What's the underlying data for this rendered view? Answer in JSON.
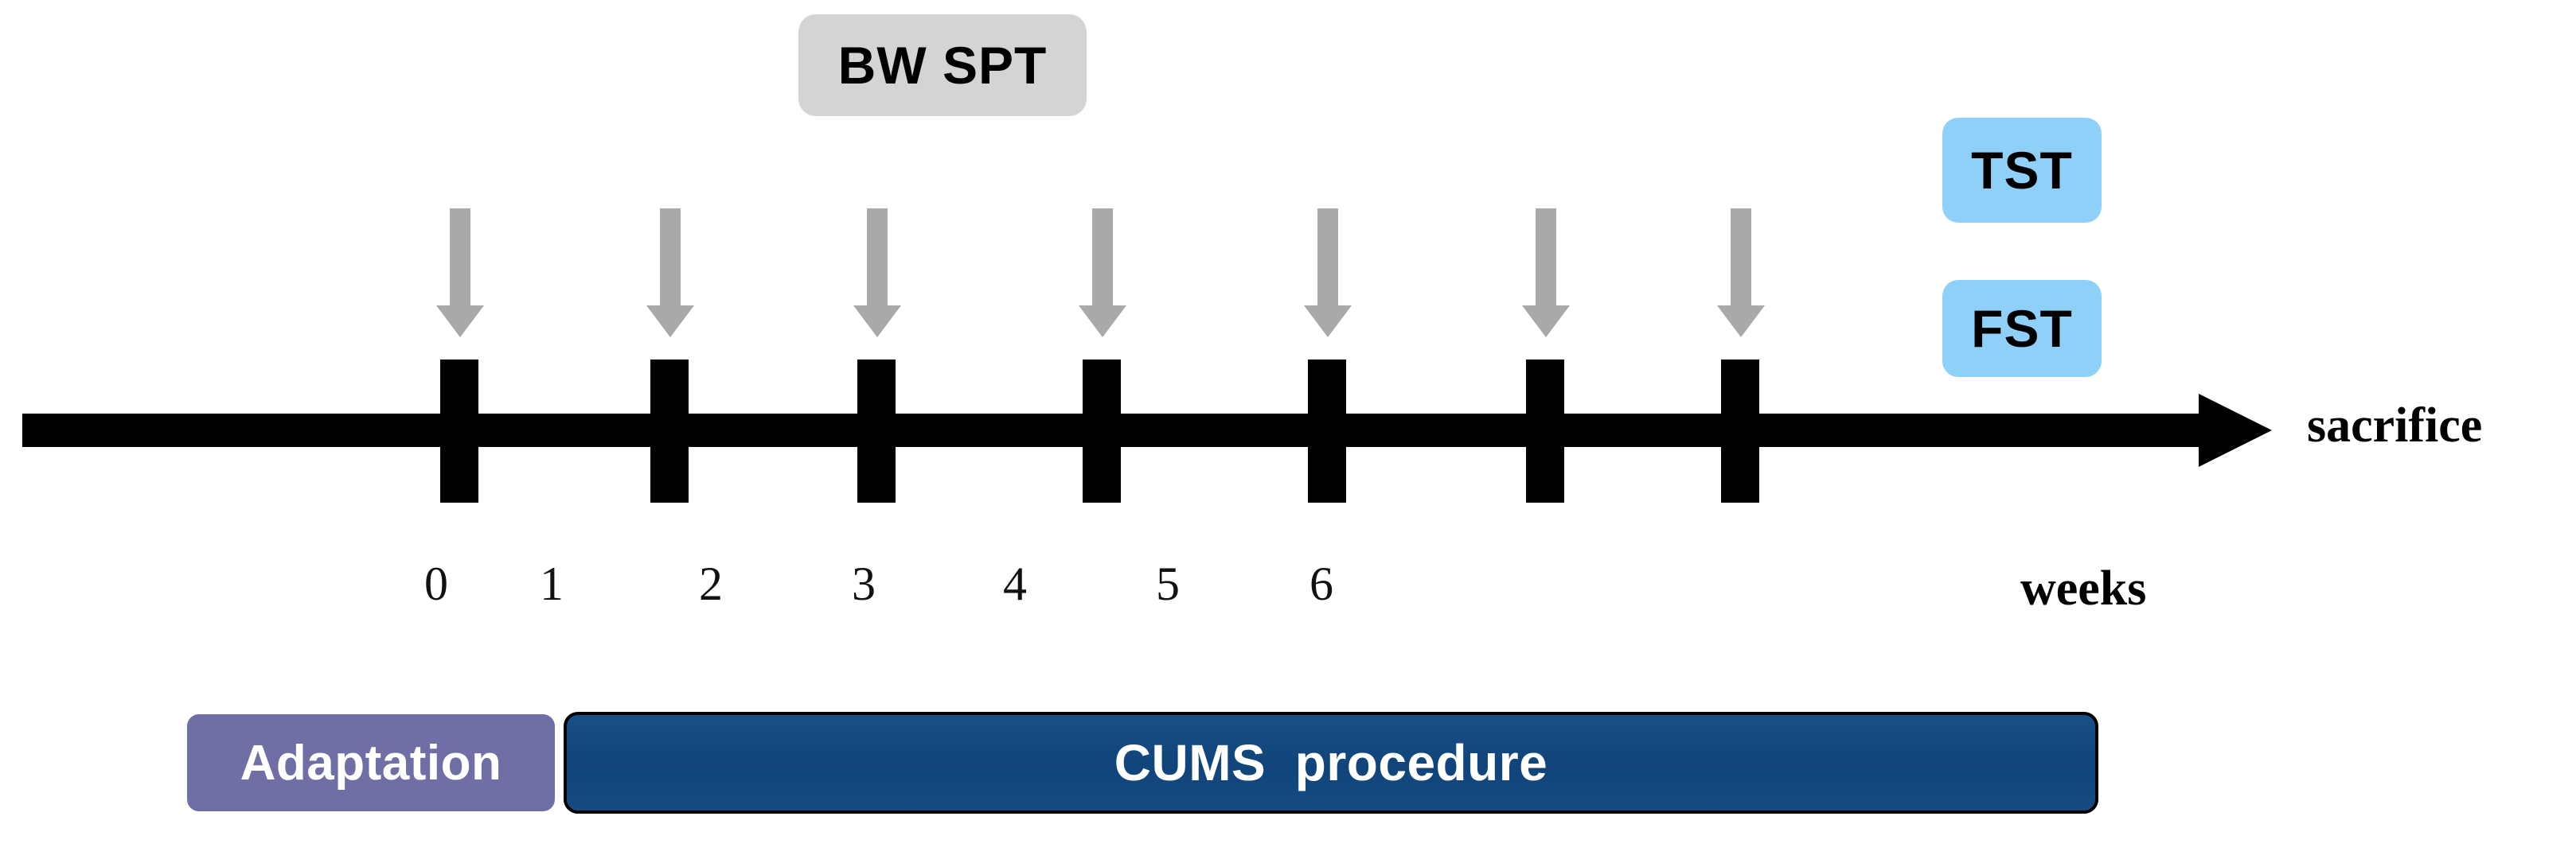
{
  "figure": {
    "type": "experimental-timeline",
    "axis": {
      "unit_label": "weeks",
      "endpoint_label": "sacrifice",
      "tick_labels": [
        "0",
        "1",
        "2",
        "3",
        "4",
        "5",
        "6"
      ],
      "tick_count": 7
    },
    "measurements": {
      "bw_spt_label": "BW SPT"
    },
    "behaviour_tests": [
      {
        "label": "TST"
      },
      {
        "label": "FST"
      }
    ],
    "phases": [
      {
        "label": "Adaptation"
      },
      {
        "label": "CUMS  procedure"
      }
    ],
    "colors": {
      "axis": "#000000",
      "dose_arrow": "#a9a9a9",
      "bw_spt_chip": "#d4d4d4",
      "test_chip": "#8ed0f8",
      "adaptation_bar": "#6f6fa6",
      "cums_bar": "#17518a",
      "background": "#ffffff"
    }
  },
  "chart_data": {
    "type": "timeline",
    "title": "CUMS experimental timeline",
    "xlabel": "weeks",
    "xlim": [
      -0.6,
      8.2
    ],
    "grid": false,
    "legend": "none",
    "tick_marks_weeks": [
      0,
      1.5,
      3,
      4.5,
      6,
      7,
      8
    ],
    "week_tick_labels": {
      "values": [
        0,
        1,
        2,
        3,
        4,
        5,
        6
      ],
      "labels": [
        "0",
        "1",
        "2",
        "3",
        "4",
        "5",
        "6"
      ]
    },
    "events": [
      {
        "name": "dose-arrow",
        "week": 0
      },
      {
        "name": "dose-arrow",
        "week": 1.5
      },
      {
        "name": "dose-arrow",
        "week": 3
      },
      {
        "name": "dose-arrow",
        "week": 4.5
      },
      {
        "name": "dose-arrow",
        "week": 6
      },
      {
        "name": "dose-arrow",
        "week": 7
      },
      {
        "name": "dose-arrow",
        "week": 8
      }
    ],
    "annotations": [
      {
        "text": "BW SPT",
        "week": 3,
        "position": "top"
      },
      {
        "text": "TST",
        "week": 9.4,
        "position": "upper-right"
      },
      {
        "text": "FST",
        "week": 9.4,
        "position": "right"
      },
      {
        "text": "sacrifice",
        "week": 11.5,
        "position": "axis-end"
      },
      {
        "text": "weeks",
        "week": 11.0,
        "position": "below-axis"
      }
    ],
    "phase_bars": [
      {
        "label": "Adaptation",
        "start_week": -0.9,
        "end_week": 1.1
      },
      {
        "label": "CUMS  procedure",
        "start_week": 1.2,
        "end_week": 9.4
      }
    ]
  }
}
